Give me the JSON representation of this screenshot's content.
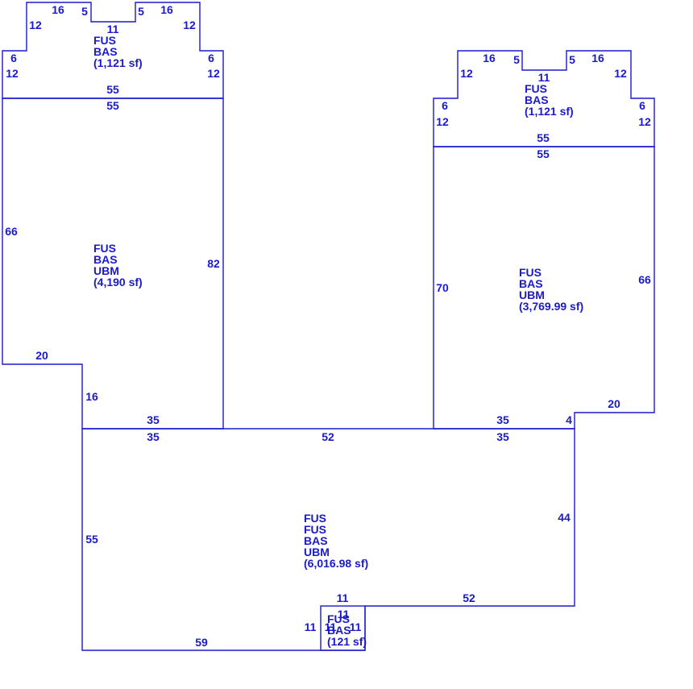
{
  "colors": {
    "line": "#1a1acc",
    "text": "#1a1acc",
    "background": "#ffffff"
  },
  "areas": [
    {
      "name": "area-upper-left",
      "lines": [
        "FUS",
        "BAS",
        "(1,121 sf)"
      ]
    },
    {
      "name": "area-main-left",
      "lines": [
        "FUS",
        "BAS",
        "UBM",
        "(4,190 sf)"
      ]
    },
    {
      "name": "area-upper-right",
      "lines": [
        "FUS",
        "BAS",
        "(1,121 sf)"
      ]
    },
    {
      "name": "area-main-right",
      "lines": [
        "FUS",
        "BAS",
        "UBM",
        "(3,769.99 sf)"
      ]
    },
    {
      "name": "area-bottom",
      "lines": [
        "FUS",
        "FUS",
        "BAS",
        "UBM",
        "(6,016.98 sf)"
      ]
    },
    {
      "name": "area-small-bay",
      "lines": [
        "FUS",
        "BAS",
        "(121 sf)"
      ]
    }
  ],
  "dimensions": [
    "16",
    "5",
    "5",
    "16",
    "11",
    "12",
    "12",
    "6",
    "6",
    "12",
    "12",
    "55",
    "55",
    "66",
    "82",
    "20",
    "16",
    "35",
    "16",
    "5",
    "5",
    "16",
    "11",
    "12",
    "12",
    "6",
    "6",
    "12",
    "12",
    "55",
    "55",
    "70",
    "66",
    "20",
    "35",
    "4",
    "35",
    "52",
    "35",
    "55",
    "44",
    "11",
    "52",
    "59",
    "11",
    "11",
    "11",
    "11"
  ]
}
